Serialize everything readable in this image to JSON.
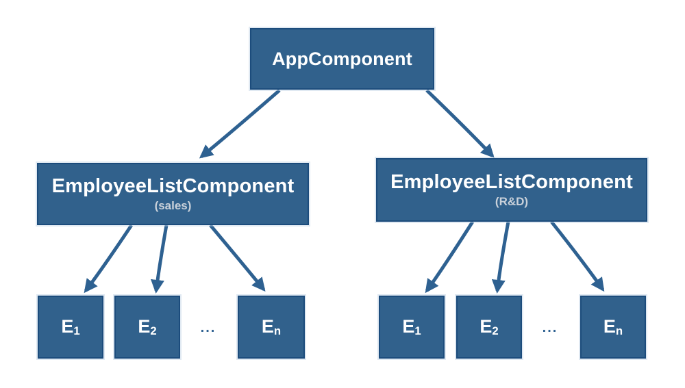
{
  "diagram": {
    "root": {
      "label": "AppComponent"
    },
    "groups": [
      {
        "label": "EmployeeListComponent",
        "sublabel": "(sales)",
        "ellipsis": "...",
        "leaves": [
          {
            "base": "E",
            "sub": "1"
          },
          {
            "base": "E",
            "sub": "2"
          },
          {
            "base": "E",
            "sub": "n"
          }
        ]
      },
      {
        "label": "EmployeeListComponent",
        "sublabel": "(R&D)",
        "ellipsis": "...",
        "leaves": [
          {
            "base": "E",
            "sub": "1"
          },
          {
            "base": "E",
            "sub": "2"
          },
          {
            "base": "E",
            "sub": "n"
          }
        ]
      }
    ],
    "colors": {
      "box_fill": "#31618C",
      "box_border": "#1C4C7C",
      "arrow": "#2E6191",
      "title_text": "#FFFFFF",
      "subtitle_text": "#C9D1DA",
      "ellipsis_text": "#2E6191",
      "background": "#FFFFFF"
    }
  }
}
